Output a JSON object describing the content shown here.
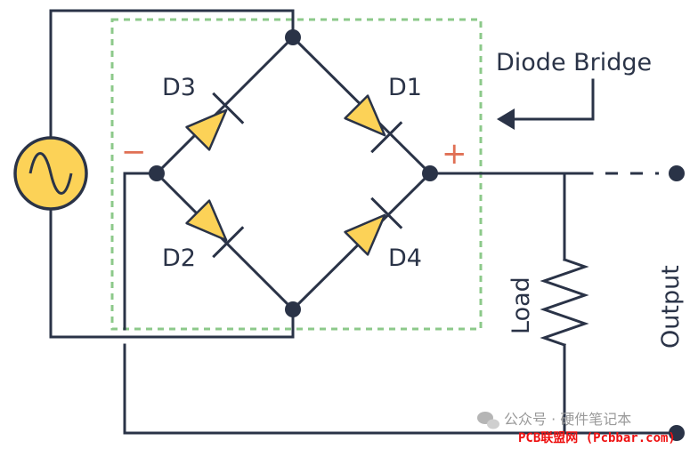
{
  "labels": {
    "title": "Diode Bridge",
    "d1": "D1",
    "d2": "D2",
    "d3": "D3",
    "d4": "D4",
    "minus": "−",
    "plus": "+",
    "load": "Load",
    "output": "Output"
  },
  "watermark": {
    "line1": "公众号 · 硬件笔记本",
    "line2": "PCB联盟网 (Pcbbar.com)"
  },
  "colors": {
    "wire": "#2a3347",
    "diode_fill": "#fcd257",
    "bridge_box": "#8cc98a",
    "polarity": "#e07055"
  }
}
